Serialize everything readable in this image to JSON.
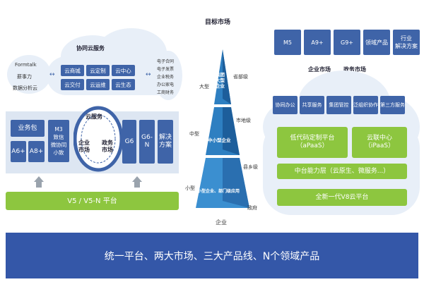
{
  "left": {
    "cloud_title": "协同云服务",
    "formtalk": "Formtalk",
    "new_power": "薪事力",
    "data_cloud": "数据分析云",
    "cloud_services": [
      "云商城",
      "云定制",
      "云中心",
      "云交付",
      "云运维",
      "云生态"
    ],
    "right_list": [
      "电子合同",
      "电子发票",
      "企业税务",
      "办公家电",
      "工商财务"
    ],
    "left_panel": [
      "业务包",
      "A6+",
      "A8+"
    ],
    "m3_panel": "M3\n致信\n微协同\n小致",
    "circle_top": "云服务",
    "circle_left": "企业\n市场",
    "circle_right": "政务\n市场",
    "right_panel": [
      "G6",
      "G6-N",
      "解决\n方案"
    ],
    "platform_bar": "V5 / V5-N 平台"
  },
  "center": {
    "title": "目标市场",
    "size_large": "大型",
    "size_mid": "中型",
    "size_small": "小型",
    "top_label": "集团\n大型\n企业",
    "mid_label": "中小型企业",
    "bottom_label": "小型企业、部门级应用",
    "side_labels": [
      "省部级",
      "市地级",
      "县乡级",
      "政府"
    ],
    "bottom_word": "企业"
  },
  "right": {
    "top_tiles": [
      "M5",
      "A9+",
      "G9+",
      "领域产品",
      "行业\n解决方案"
    ],
    "market_enterprise": "企业市场",
    "market_gov": "政务市场",
    "services": [
      "协同办公",
      "共享服务",
      "集团管控",
      "泛组织协作",
      "第三方服务"
    ],
    "lowcode": "低代码定制平台\n（aPaaS）",
    "cloud_center": "云联中心\n（iPaaS）",
    "mid_layer": "中台能力层（云原生、微服务...）",
    "v8": "全新一代V8云平台"
  },
  "bottom_banner": "统一平台、两大市场、三大产品线、N个领域产品",
  "colors": {
    "dark_blue": "#2e5096",
    "green": "#8dc63f",
    "banner": "#3457a8",
    "cloud": "#e8eff8"
  }
}
